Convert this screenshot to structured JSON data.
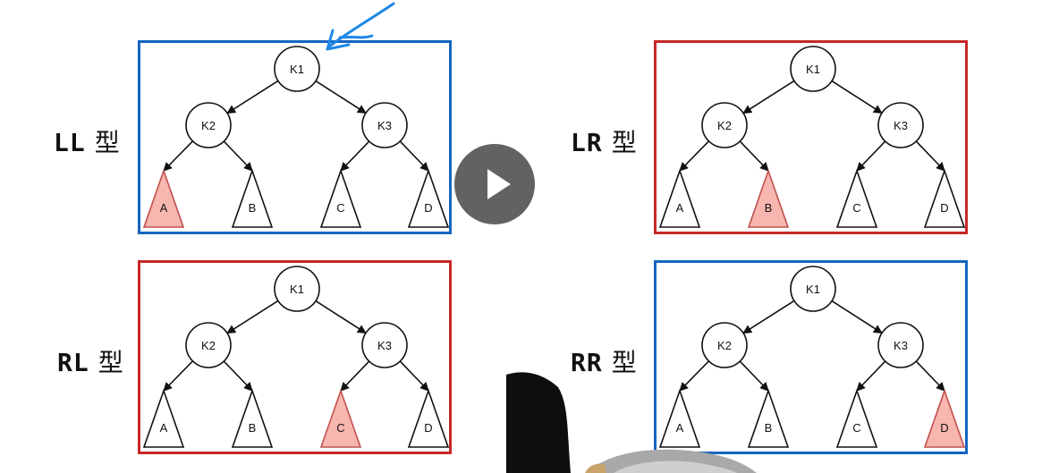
{
  "colors": {
    "blue": "#1565c0",
    "red": "#c62828",
    "highlight": "#f7b6b0",
    "annotation": "#1e88e5"
  },
  "panels": [
    {
      "id": "ll",
      "label": "LL",
      "kanji": "型",
      "border": "blue",
      "highlight": "A",
      "nodes": {
        "root": "K1",
        "left": "K2",
        "right": "K3"
      },
      "leaves": [
        "A",
        "B",
        "C",
        "D"
      ]
    },
    {
      "id": "lr",
      "label": "LR",
      "kanji": "型",
      "border": "red",
      "highlight": "B",
      "nodes": {
        "root": "K1",
        "left": "K2",
        "right": "K3"
      },
      "leaves": [
        "A",
        "B",
        "C",
        "D"
      ]
    },
    {
      "id": "rl",
      "label": "RL",
      "kanji": "型",
      "border": "red",
      "highlight": "C",
      "nodes": {
        "root": "K1",
        "left": "K2",
        "right": "K3"
      },
      "leaves": [
        "A",
        "B",
        "C",
        "D"
      ]
    },
    {
      "id": "rr",
      "label": "RR",
      "kanji": "型",
      "border": "blue",
      "highlight": "D",
      "nodes": {
        "root": "K1",
        "left": "K2",
        "right": "K3"
      },
      "leaves": [
        "A",
        "B",
        "C",
        "D"
      ]
    }
  ],
  "controls": {
    "play_icon": "play-icon"
  },
  "overlay": {
    "annotation": "hand-drawn-arrow",
    "webcam": "presenter-webcam"
  }
}
